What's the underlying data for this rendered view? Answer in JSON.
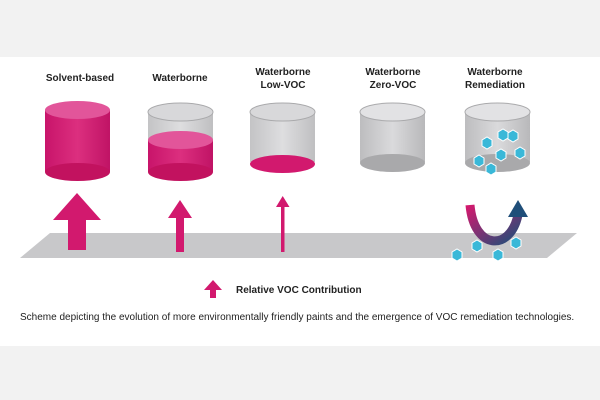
{
  "columns": [
    {
      "label_lines": [
        "Solvent-based"
      ],
      "fill_color": "#d2196e",
      "fill_level": 1.0,
      "arrow": "large"
    },
    {
      "label_lines": [
        "Waterborne"
      ],
      "fill_color": "#d2196e",
      "fill_level": 0.5,
      "arrow": "medium"
    },
    {
      "label_lines": [
        "Waterborne",
        "Low-VOC"
      ],
      "fill_color": "#d2196e",
      "fill_level": 0.0,
      "arrow": "thin"
    },
    {
      "label_lines": [
        "Waterborne",
        "Zero-VOC"
      ],
      "fill_color": "#b5b5b7",
      "fill_level": 0.0,
      "arrow": "none"
    },
    {
      "label_lines": [
        "Waterborne",
        "Remediation"
      ],
      "fill_color": "#b5b5b7",
      "fill_level": 0.0,
      "arrow": "remediation"
    }
  ],
  "legend": {
    "text": "Relative VOC Contribution",
    "arrow_color": "#d2196e"
  },
  "caption": "Scheme depicting the evolution of more environmentally friendly paints and the emergence of VOC remediation technologies.",
  "colors": {
    "magenta": "#d2196e",
    "magenta_dark": "#a8145a",
    "grey": "#c8c8ca",
    "grey_dark": "#9d9d9f",
    "navy": "#1f4e79",
    "cyan": "#3ab8d8"
  }
}
